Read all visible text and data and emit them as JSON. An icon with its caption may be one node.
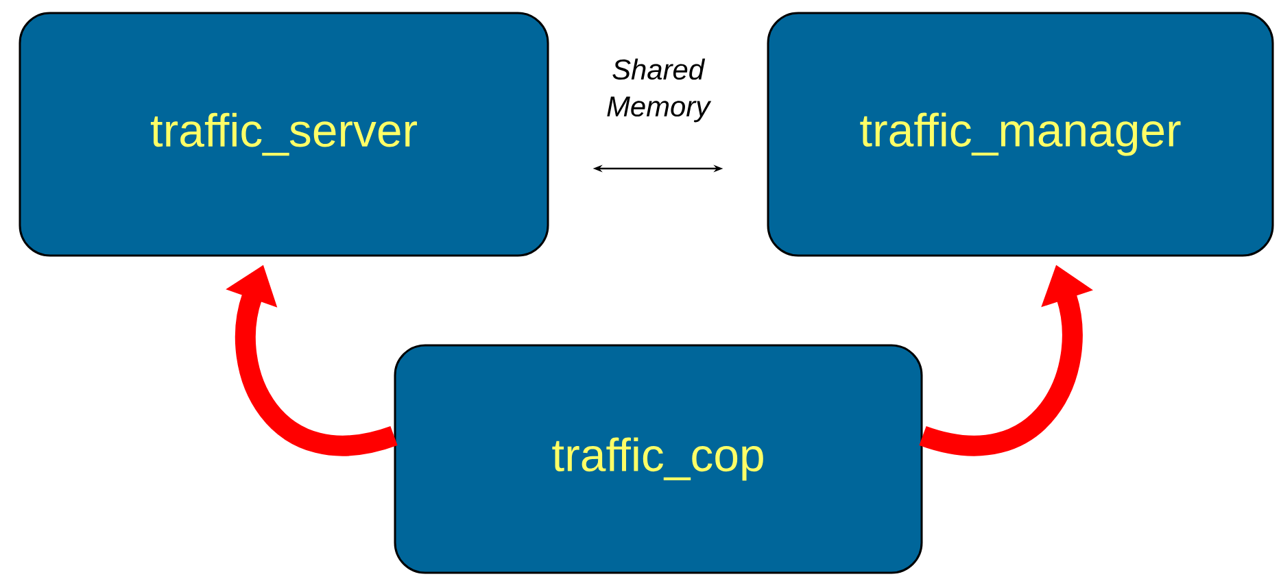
{
  "diagram": {
    "nodes": [
      {
        "text": [
          "traffic_server"
        ]
      },
      {
        "text": [
          "traffic_manager"
        ]
      },
      {
        "text": [
          "traffic_cop"
        ]
      }
    ],
    "edges": [
      {
        "from": 0,
        "to": 1,
        "arrow": "both",
        "label": "Shared Memory",
        "color": "#000000"
      },
      {
        "from": 2,
        "to": 0,
        "arrow": "to",
        "color": "#ff0000"
      },
      {
        "from": 2,
        "to": 1,
        "arrow": "to",
        "color": "#ff0000"
      }
    ]
  }
}
